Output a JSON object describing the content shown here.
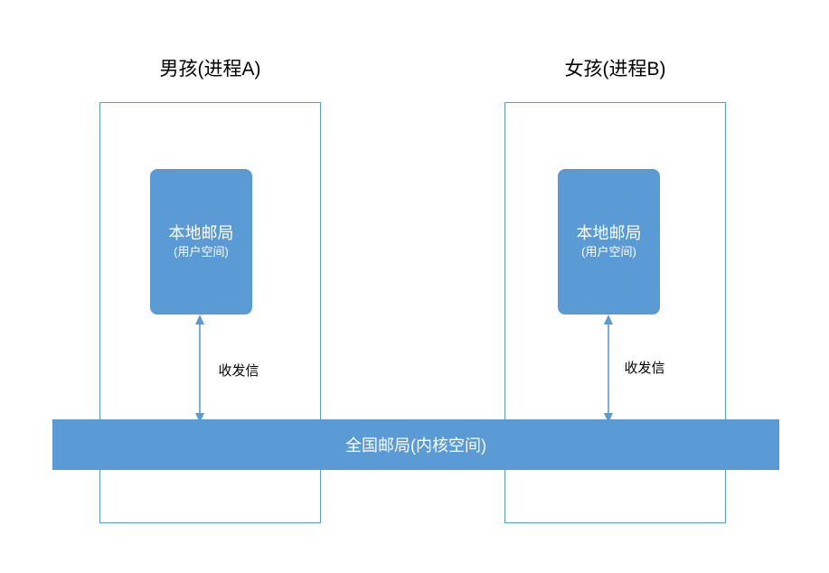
{
  "diagram": {
    "colors": {
      "accent": "#5b9bd5",
      "box_text": "#ffffff",
      "label_text": "#000000",
      "background": "#ffffff"
    },
    "columns": [
      {
        "title": "男孩(进程A)",
        "local_office_line1": "本地邮局",
        "local_office_line2": "(用户空间)",
        "arrow_label": "收发信"
      },
      {
        "title": "女孩(进程B)",
        "local_office_line1": "本地邮局",
        "local_office_line2": "(用户空间)",
        "arrow_label": "收发信"
      }
    ],
    "kernel_bar_label": "全国邮局(内核空间)"
  }
}
